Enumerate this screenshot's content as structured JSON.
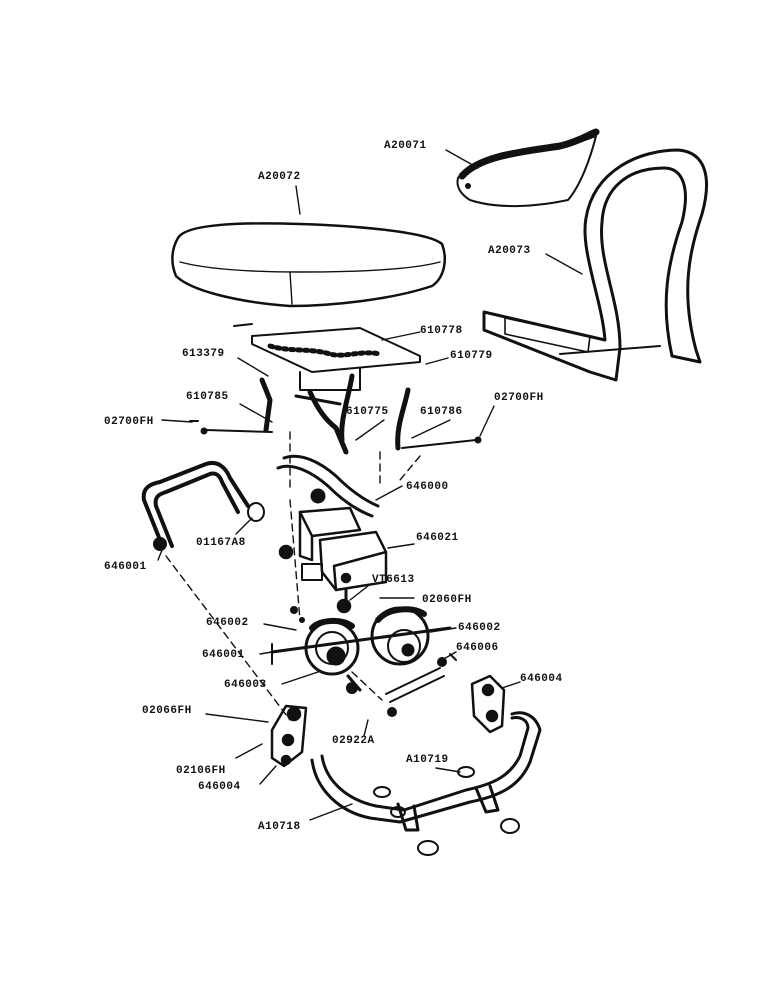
{
  "colors": {
    "ink": "#111111",
    "paper": "#ffffff"
  },
  "parts": {
    "seat_pad_label": "A20072",
    "back_cushion_label": "A20071",
    "backrest_frame_label": "A20073",
    "mount_plate_label": "610778",
    "mount_plate_bolt_label": "610779",
    "left_bracket_label": "613379",
    "left_link_label": "610785",
    "left_pin_label": "02700FH",
    "center_link_label": "610775",
    "right_link_label": "610786",
    "right_pin_label": "02700FH",
    "upper_rod_label": "646000",
    "left_handle_label": "646001",
    "clip_label": "01167A8",
    "swivel_block_label": "646021",
    "bolt_label": "VT6613",
    "nut_label": "02060FH",
    "left_wheel_label": "646002",
    "left_axle_label": "646001",
    "left_hub_label": "646003",
    "right_wheel_label": "646002",
    "spacer_label": "646006",
    "right_hinge_label": "646004",
    "left_screw_label": "02066FH",
    "left_washer_label": "02106FH",
    "left_hinge_label": "646004",
    "cotter_label": "02922A",
    "foot_cap_top_label": "A10719",
    "base_frame_label": "A10718"
  }
}
